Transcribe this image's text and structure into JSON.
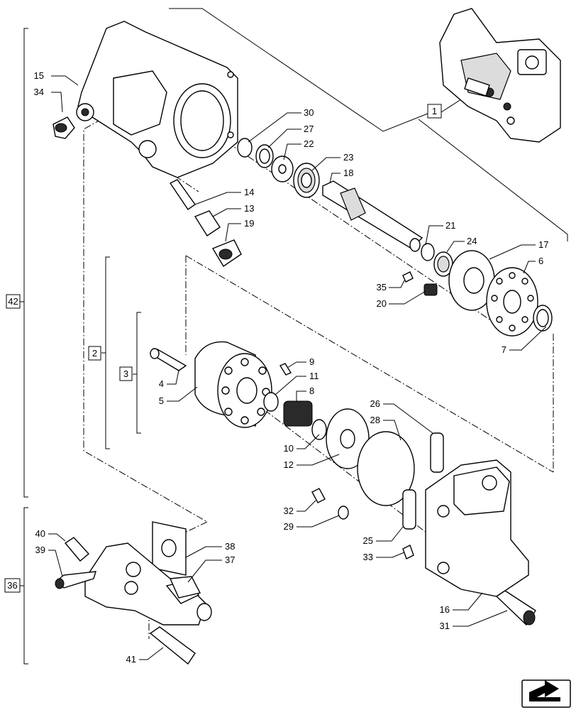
{
  "callouts": [
    "1",
    "2",
    "3",
    "4",
    "5",
    "6",
    "7",
    "8",
    "9",
    "10",
    "11",
    "12",
    "13",
    "14",
    "15",
    "16",
    "17",
    "18",
    "19",
    "20",
    "21",
    "22",
    "23",
    "24",
    "25",
    "26",
    "27",
    "28",
    "29",
    "30",
    "31",
    "32",
    "33",
    "34",
    "35",
    "36",
    "37",
    "38",
    "39",
    "40",
    "41",
    "42"
  ],
  "group_labels": {
    "g42": "42",
    "g2": "2",
    "g3": "3",
    "g36": "36",
    "g1": "1"
  },
  "icons": {
    "nav": "next-page-arrow-icon"
  }
}
